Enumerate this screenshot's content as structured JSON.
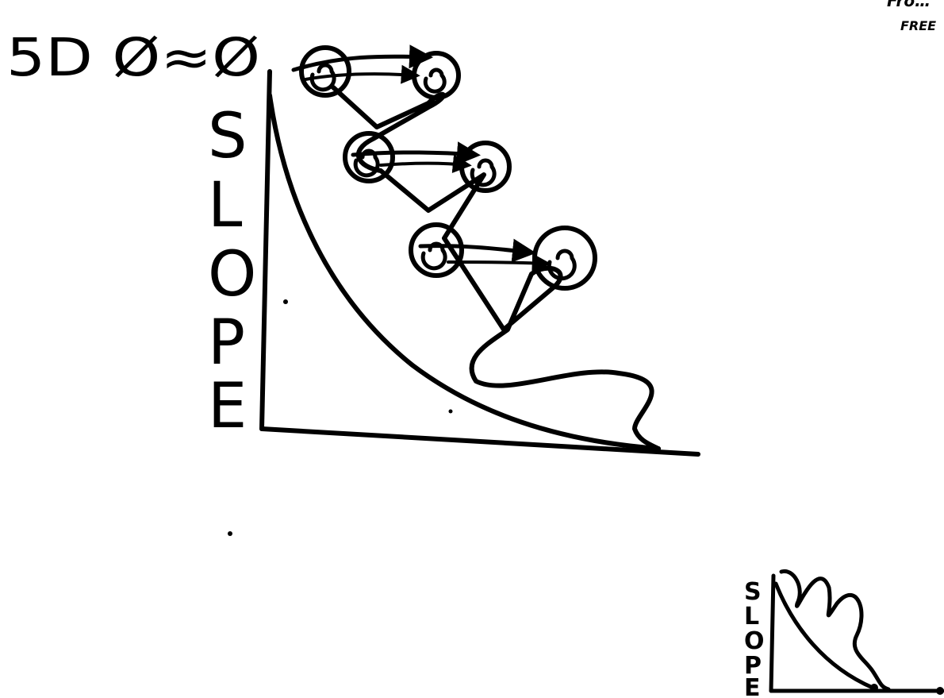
{
  "formula": "5D Ø≈Ø",
  "main_axis_label": [
    "S",
    "L",
    "O",
    "P",
    "E"
  ],
  "inset_axis_label": [
    "S",
    "L",
    "O",
    "P",
    "E"
  ],
  "corner_text": [
    "Fro…",
    "FREE"
  ],
  "colors": {
    "ink": "#000000",
    "background": "#ffffff"
  }
}
